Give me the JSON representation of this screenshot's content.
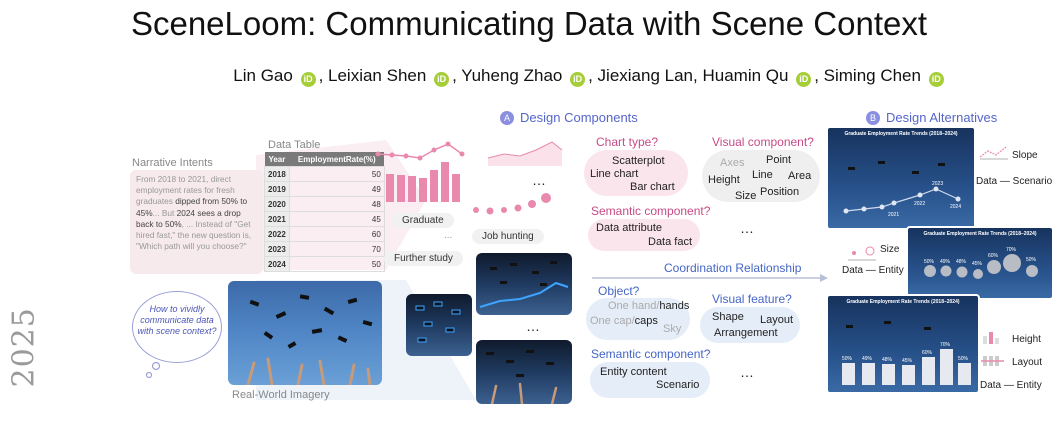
{
  "paper": {
    "title": "SceneLoom: Communicating Data with Scene Context",
    "authors": [
      "Lin Gao",
      "Leixian Shen",
      "Yuheng Zhao",
      "Jiexiang Lan",
      "Huamin Qu",
      "Siming Chen"
    ],
    "orcid_mark": "iD",
    "year_margin": "2025"
  },
  "sections": {
    "a_badge": "A",
    "a_label": "Design Components",
    "b_badge": "B",
    "b_label": "Design Alternatives"
  },
  "narrative": {
    "label": "Narrative Intents",
    "p1": "From 2018 to 2021, direct employment rates for fresh graduates ",
    "p1b": "dipped from 50% to 45%",
    "p2": "... But ",
    "p2b": "2024 sees a drop back to 50%",
    "p3": ", ... Instead of \"Get hired fast,\" the new question is, \"Which path will you choose?\""
  },
  "data_table": {
    "label": "Data Table",
    "headers": [
      "Year",
      "EmploymentRate(%)"
    ],
    "rows": [
      [
        "2018",
        "50"
      ],
      [
        "2019",
        "49"
      ],
      [
        "2020",
        "48"
      ],
      [
        "2021",
        "45"
      ],
      [
        "2022",
        "60"
      ],
      [
        "2023",
        "70"
      ],
      [
        "2024",
        "50"
      ]
    ]
  },
  "keywords": {
    "graduate": "Graduate",
    "job": "Job hunting",
    "further": "Further study",
    "dots": "...",
    "ellipsis": "…"
  },
  "bubble": {
    "text": "How to vividly communicate data with scene context?"
  },
  "imagery": {
    "label": "Real-World Imagery"
  },
  "chart_type": {
    "q": "Chart type?",
    "opts": [
      "Scatterplot",
      "Line chart",
      "Bar chart"
    ]
  },
  "visual_component": {
    "q": "Visual component?",
    "opts": [
      "Axes",
      "Point",
      "Height",
      "Line",
      "Area",
      "Size",
      "Position"
    ]
  },
  "semantic1": {
    "q": "Semantic component?",
    "opts": [
      "Data attribute",
      "Data fact"
    ]
  },
  "coordination": {
    "label": "Coordination Relationship"
  },
  "object": {
    "q": "Object?",
    "l1a": "One hand/",
    "l1b": "hands",
    "l2a": "One cap/",
    "l2b": "caps",
    "l3": "Sky"
  },
  "visual_feature": {
    "q": "Visual feature?",
    "opts": [
      "Shape",
      "Layout",
      "Arrangement"
    ]
  },
  "semantic2": {
    "q": "Semantic component?",
    "opts": [
      "Entity content",
      "Scenario"
    ]
  },
  "alternatives": {
    "card_title": "Graduate Employment Rate Trends (2018–2024)",
    "card_title2": "Graduate Employment Rate Trends (2018–2024)",
    "card_title3": "Graduate Employment Rate Trends (2018–2024)",
    "years": [
      "2021",
      "2022",
      "2023",
      "2024"
    ],
    "pcts": [
      "50%",
      "49%",
      "48%",
      "45%",
      "60%",
      "70%",
      "50%"
    ],
    "slope": "Slope",
    "data_scenario": "Data — Scenario",
    "size": "Size",
    "data_entity1": "Data — Entity",
    "height": "Height",
    "layout": "Layout",
    "data_entity2": "Data — Entity"
  },
  "colors": {
    "accent_blue": "#5566cc",
    "pink": "#c74a86",
    "bar_pink": "#e989ad"
  }
}
